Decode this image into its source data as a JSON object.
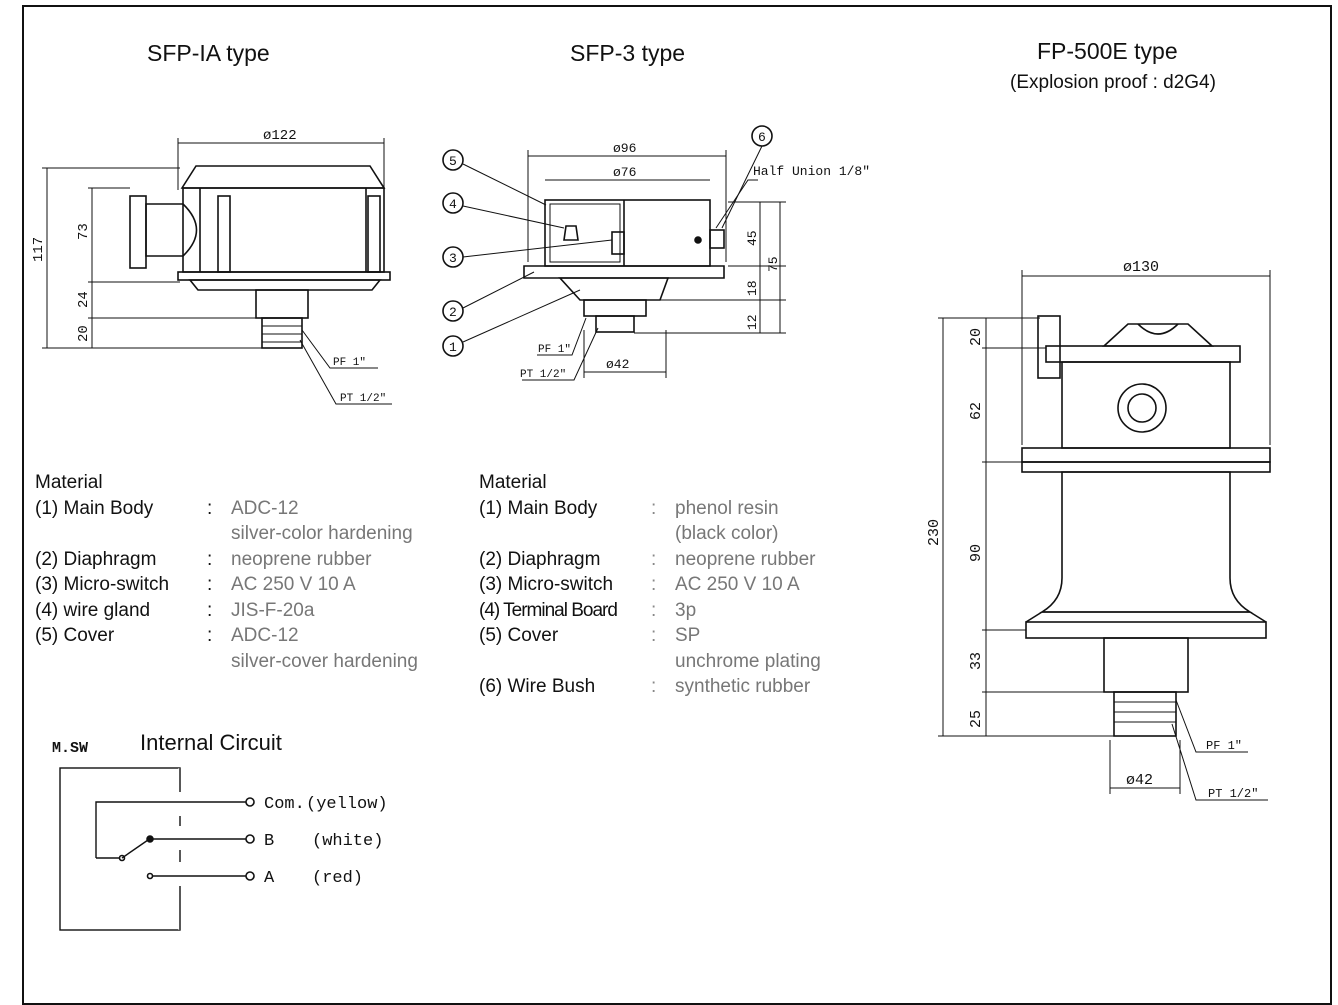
{
  "titles": {
    "sfp_ia": "SFP-IA  type",
    "sfp_3": "SFP-3  type",
    "fp_500e": "FP-500E  type",
    "fp_500e_sub": "(Explosion  proof : d2G4)"
  },
  "sfp_ia": {
    "dims": {
      "d122": "ø122",
      "h117": "117",
      "h73": "73",
      "h24": "24",
      "h20": "20",
      "pf": "PF 1\"",
      "pt": "PT 1/2\""
    },
    "material": {
      "heading": "Material",
      "rows": [
        {
          "label": "(1) Main Body",
          "value": "ADC-12"
        },
        {
          "label": "",
          "value": "silver-color hardening"
        },
        {
          "label": "(2) Diaphragm",
          "value": "neoprene rubber"
        },
        {
          "label": "(3) Micro-switch",
          "value": "AC 250 V  10 A"
        },
        {
          "label": "(4) wire gland",
          "value": "JIS-F-20a"
        },
        {
          "label": "(5) Cover",
          "value": "ADC-12"
        },
        {
          "label": "",
          "value": "silver-cover hardening"
        }
      ]
    }
  },
  "sfp_3": {
    "dims": {
      "d96": "ø96",
      "d76": "ø76",
      "d42": "ø42",
      "half_union": "Half  Union  1/8\"",
      "h45": "45",
      "h75": "75",
      "h18": "18",
      "h12": "12",
      "pf": "PF 1\"",
      "pt": "PT 1/2\""
    },
    "callouts": [
      "1",
      "2",
      "3",
      "4",
      "5",
      "6"
    ],
    "material": {
      "heading": "Material",
      "rows": [
        {
          "label": "(1) Main Body",
          "value": "phenol resin"
        },
        {
          "label": "",
          "value": "(black color)"
        },
        {
          "label": "(2) Diaphragm",
          "value": "neoprene rubber"
        },
        {
          "label": "(3) Micro-switch",
          "value": "AC 250 V  10 A"
        },
        {
          "label": "(4) Terminal Board",
          "value": "3p"
        },
        {
          "label": "(5) Cover",
          "value": "SP"
        },
        {
          "label": "",
          "value": "unchrome plating"
        },
        {
          "label": "(6) Wire Bush",
          "value": "synthetic rubber"
        }
      ]
    }
  },
  "fp_500e": {
    "dims": {
      "d130": "ø130",
      "h230": "230",
      "h20": "20",
      "h62": "62",
      "h90": "90",
      "h33": "33",
      "h25": "25",
      "d42": "ø42",
      "pf": "PF 1\"",
      "pt": "PT 1/2\""
    }
  },
  "circuit": {
    "msw": "M.SW",
    "title": "Internal Circuit",
    "terminals": [
      {
        "pin": "Com.",
        "color": "(yellow)"
      },
      {
        "pin": "B",
        "color": "(white)"
      },
      {
        "pin": "A",
        "color": "(red)"
      }
    ]
  }
}
